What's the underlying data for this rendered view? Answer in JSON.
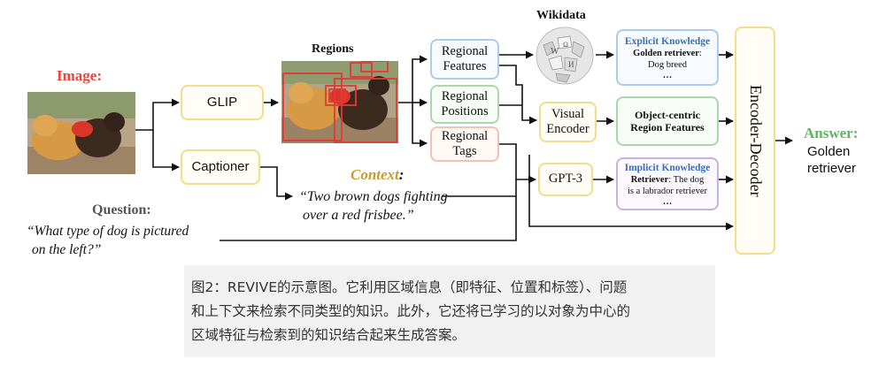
{
  "labels": {
    "image": "Image:",
    "regions": "Regions",
    "wikidata": "Wikidata",
    "context": "Context",
    "context_colon": ":",
    "question": "Question:",
    "answer": "Answer:"
  },
  "question_text": [
    "“What type of dog is pictured",
    "on the left?”"
  ],
  "context_text": [
    "“Two brown dogs fighting",
    "over a red frisbee.”"
  ],
  "answer_text": [
    "Golden",
    "retriever"
  ],
  "modules": {
    "glip": "GLIP",
    "captioner": "Captioner",
    "gpt3": "GPT-3",
    "visual_encoder": [
      "Visual",
      "Encoder"
    ],
    "encoder_decoder": "Encoder-Decoder"
  },
  "regional": {
    "features": [
      "Regional",
      "Features"
    ],
    "positions": [
      "Regional",
      "Positions"
    ],
    "tags": [
      "Regional",
      "Tags"
    ]
  },
  "knowledge": {
    "explicit": {
      "title": "Explicit Knowledge",
      "key": "Golden retriever",
      "colon": ":",
      "value": "Dog breed",
      "ellipsis": "…"
    },
    "object_centric": [
      "Object-centric",
      "Region Features"
    ],
    "implicit": {
      "title": "Implicit Knowledge",
      "key": "Retriever",
      "colon": ":",
      "value1": " The dog",
      "value2": "is a labrador retriever",
      "ellipsis": "…"
    }
  },
  "caption_lines": [
    "图2：REVIVE的示意图。它利用区域信息（即特征、位置和标签）、问题",
    "和上下文来检索不同类型的知识。此外，它还将已学习的以对象为中心的",
    "区域特征与检索到的知识结合起来生成答案。"
  ],
  "colors": {
    "image_label": "#e8453c",
    "context_label": "#c99a2e",
    "question_label": "#555555",
    "answer_label": "#5cb85c",
    "explicit_title": "#3b6fb6",
    "implicit_title": "#3b6fb6",
    "box_yellow": "#f3dc8a",
    "box_blue": "#a9cdea",
    "box_green": "#a9d9a9",
    "box_pink": "#f0c2b4",
    "box_purple": "#c6b3e6",
    "region_red": "#e53935"
  }
}
